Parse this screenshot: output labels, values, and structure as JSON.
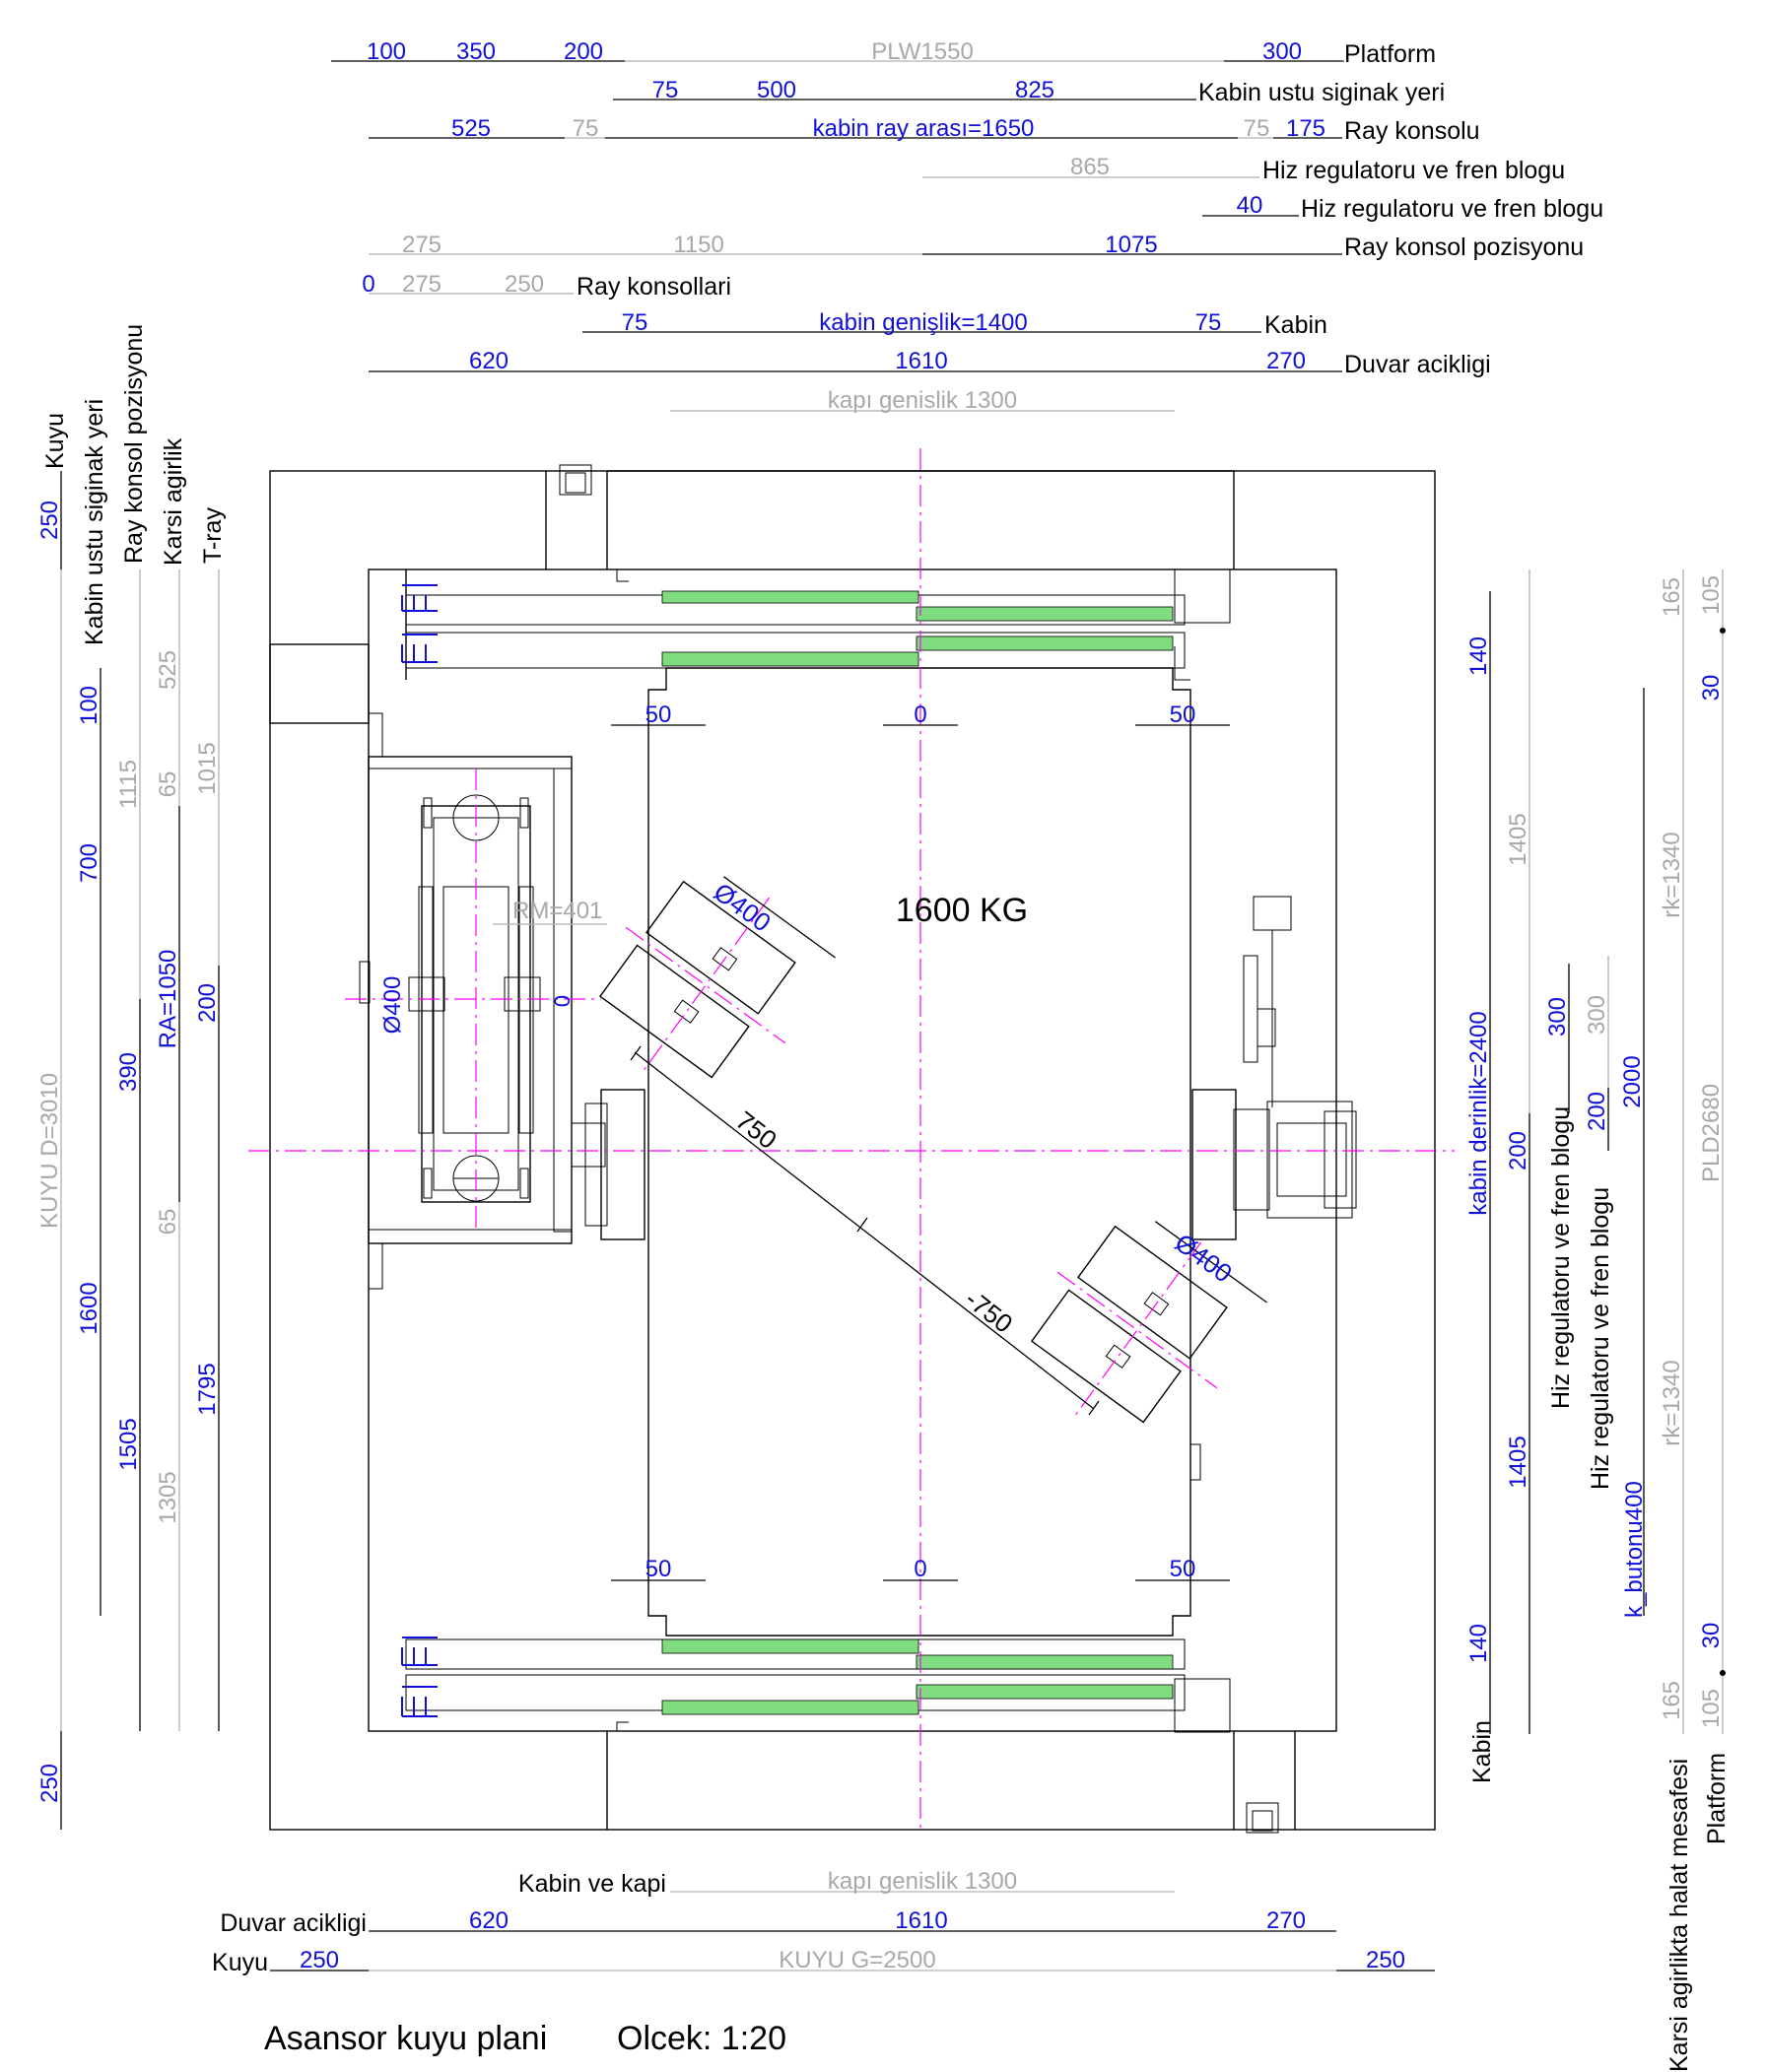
{
  "title": "Asansor kuyu plani",
  "scale": "Olcek: 1:20",
  "capacity": "1600 KG",
  "colors": {
    "blue": "#1010d8",
    "gray": "#a8a8a8",
    "axis": "#ff00ff",
    "door_panel": "#7fdc7f"
  },
  "top_rows": {
    "platform": {
      "label": "Platform",
      "v1": "100",
      "v2": "350",
      "v3": "200",
      "plw": "PLW1550",
      "v4": "300"
    },
    "kabin_ustu": {
      "label": "Kabin ustu siginak yeri",
      "v1": "75",
      "v2": "500",
      "v3": "825"
    },
    "ray_konsolu": {
      "label": "Ray konsolu",
      "v1": "525",
      "v2": "75",
      "ray": "kabin  ray arası=1650",
      "v3": "75",
      "v4": "175"
    },
    "hiz1": {
      "label": "Hiz regulatoru ve fren blogu",
      "v1": "865"
    },
    "hiz2": {
      "label": "Hiz regulatoru ve fren blogu",
      "v1": "40"
    },
    "ray_konsol_poz": {
      "label": "Ray konsol pozisyonu",
      "v1": "275",
      "v2": "1150",
      "v3": "1075"
    },
    "ray_konsollari": {
      "label": "Ray konsollari",
      "v0": "0",
      "v1": "275",
      "v2": "250"
    },
    "kabin": {
      "label": "Kabin",
      "v1": "75",
      "gen": "kabin genişlik=1400",
      "v2": "75"
    },
    "duvar": {
      "label": "Duvar acikligi",
      "v1": "620",
      "v2": "1610",
      "v3": "270"
    },
    "kapi": {
      "label": "kapı genislik 1300"
    }
  },
  "bottom_rows": {
    "kabin_kapi": {
      "label": "Kabin ve kapi",
      "kapi": "kapı genislik 1300"
    },
    "duvar": {
      "label": "Duvar acikligi",
      "v1": "620",
      "v2": "1610",
      "v3": "270"
    },
    "kuyu": {
      "label": "Kuyu",
      "v1": "250",
      "g": "KUYU G=2500",
      "v2": "250"
    }
  },
  "left_cols": {
    "kuyu": {
      "label": "Kuyu",
      "v_top": "250",
      "d": "KUYU D=3010",
      "v_bot": "250"
    },
    "kabin_ustu": {
      "label": "Kabin ustu siginak yeri",
      "v1": "100",
      "v2": "700",
      "v3": "1600"
    },
    "ray_konsol": {
      "label": "Ray konsol pozisyonu",
      "v1": "1115",
      "v2": "390",
      "v3": "1505"
    },
    "karsi": {
      "label": "Karsi agirlik",
      "v1": "525",
      "v2": "65",
      "ra": "RA=1050",
      "v3": "65",
      "v4": "1305"
    },
    "tray": {
      "label": "T-ray",
      "v1": "1015",
      "v2": "200",
      "v3": "1795"
    }
  },
  "right_cols": {
    "kabin": {
      "label": "Kabin",
      "v1": "140",
      "der": "kabin derinlik=2400",
      "v2": "140"
    },
    "hiz1": {
      "label": "Hiz regulatoru ve fren blogu",
      "v1": "1405",
      "v2": "300",
      "v3": "200",
      "v4": "1405"
    },
    "hiz2": {
      "label": "Hiz regulatoru ve fren blogu",
      "v1": "300",
      "v2": "200"
    },
    "kbuton": {
      "label": "k_butonu400",
      "v1": "2000"
    },
    "karsi_halat": {
      "label": "Karsi agirlikta halat mesafesi",
      "v1": "165",
      "rk1": "rk=1340",
      "rk2": "rk=1340",
      "v2": "165"
    },
    "platform": {
      "label": "Platform",
      "v1": "105",
      "v2": "30",
      "pld": "PLD2680",
      "v3": "30",
      "v4": "105"
    }
  },
  "plan": {
    "top_dims": [
      "50",
      "0",
      "50"
    ],
    "bottom_dims": [
      "50",
      "0",
      "50"
    ],
    "rm": "RM=401",
    "d400_left": "Ø400",
    "zero_left": "0",
    "d400_a": "Ø400",
    "d400_b": "Ø400",
    "diag1": "750",
    "diag2": "-750"
  }
}
